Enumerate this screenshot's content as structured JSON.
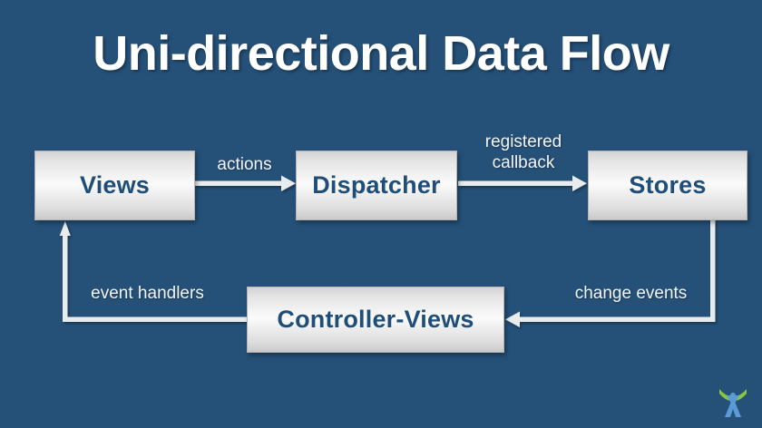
{
  "slide": {
    "title": "Uni-directional Data Flow",
    "background_color": "#255179",
    "title_color": "#ffffff"
  },
  "theme": {
    "node_text_color": "#1f4e79",
    "node_fill_light": "#fbfbfb",
    "node_fill_dark": "#c9c9c9",
    "node_border_color": "#b4b4b4",
    "connector_color": "#e9ecef",
    "label_color": "#f2f4f6",
    "logo_green": "#8cc63f",
    "logo_blue": "#5b9bd5"
  },
  "diagram": {
    "type": "flow",
    "nodes": [
      {
        "id": "views",
        "label": "Views"
      },
      {
        "id": "dispatcher",
        "label": "Dispatcher"
      },
      {
        "id": "stores",
        "label": "Stores"
      },
      {
        "id": "controller-views",
        "label": "Controller-Views"
      }
    ],
    "edges": [
      {
        "id": "views-to-dispatcher",
        "from": "views",
        "to": "dispatcher",
        "label": "actions",
        "direction": "right"
      },
      {
        "id": "dispatcher-to-stores",
        "from": "dispatcher",
        "to": "stores",
        "label": "registered\ncallback",
        "direction": "right"
      },
      {
        "id": "stores-to-controller-views",
        "from": "stores",
        "to": "controller-views",
        "label": "change events",
        "direction": "left"
      },
      {
        "id": "controller-views-to-views",
        "from": "controller-views",
        "to": "views",
        "label": "event handlers",
        "direction": "up"
      }
    ]
  },
  "logo": {
    "name": "company-logo"
  }
}
